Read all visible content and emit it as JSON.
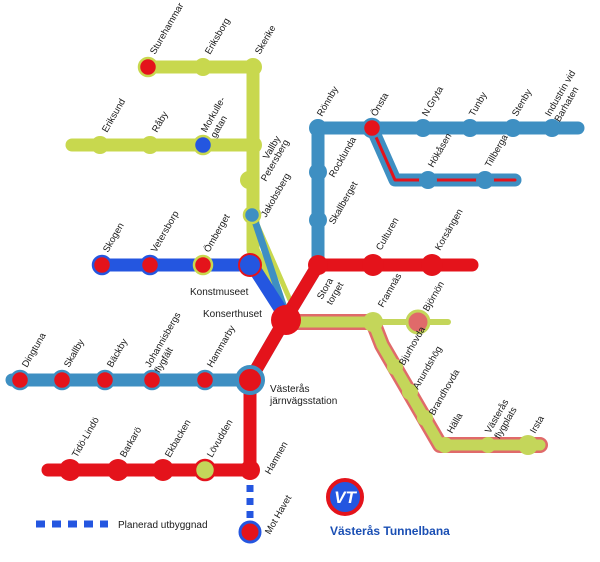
{
  "colors": {
    "red": "#e4131b",
    "blue": "#2456e0",
    "lightblue": "#3e8fc2",
    "green": "#c4d65a",
    "green_outline": "#e06a6a",
    "yellowgreen": "#c8d84e"
  },
  "stations": {
    "s_sturehammar": "Sturehammar",
    "s_eriksborg": "Eriksborg",
    "s_skerike": "Skerike",
    "s_eriksund": "Eriksund",
    "s_raby": "Råby",
    "s_morkulle": "Morkulle-\ngatan",
    "s_vallby": "Vallby",
    "s_petersberg": "Petersberg",
    "s_jakobsberg": "Jakobsberg",
    "s_romby": "Rönnby",
    "s_rocklunda": "Rocklunda",
    "s_skallberget": "Skallberget",
    "s_onsta": "Önsta",
    "s_ngryta": "N.Gryta",
    "s_tunby": "Tunby",
    "s_stenby": "Stenby",
    "s_industrin": "Industrin vid\nBarhaten",
    "s_hacksten": "Hökåsen",
    "s_tillberga": "Tillberga",
    "s_skogen": "Skogen",
    "s_vetersborp": "Vetersborp",
    "s_omberget": "Ömberget",
    "s_konstmuseet": "Konstmuseet",
    "s_konserthuset": "Konserthuset",
    "s_stora_torget": "Stora\ntorget",
    "s_culturen": "Culturen",
    "s_korsangen": "Korsängen",
    "s_framnas": "Framnäs",
    "s_bjornon": "Björnön",
    "s_bjurhovda": "Bjurhovda",
    "s_anundshog": "Anundshög",
    "s_brandhovda": "Brandhovda",
    "s_halla": "Hälla",
    "s_vasteras_flygplats": "Västerås\nflygplats",
    "s_irsta": "Irsta",
    "s_dingtuna": "Dingtuna",
    "s_skallby": "Skallby",
    "s_backby": "Bäckby",
    "s_johannisberg": "Johannisbergs\nflygfält",
    "s_hammarby": "Hammarby",
    "s_vasteras_jarnvag": "Västerås\njärnvägsstation",
    "s_tidolindo": "Tidö-Lindö",
    "s_barkaro": "Barkarö",
    "s_ekbacken": "Ekbacken",
    "s_lovudden": "Lövudden",
    "s_hamnen": "Hamnen",
    "s_mot_havet": "Mot Havet"
  },
  "legend": {
    "planned": "Planerad utbyggnad"
  },
  "logo": {
    "mark": "VT",
    "title": "Västerås Tunnelbana"
  }
}
